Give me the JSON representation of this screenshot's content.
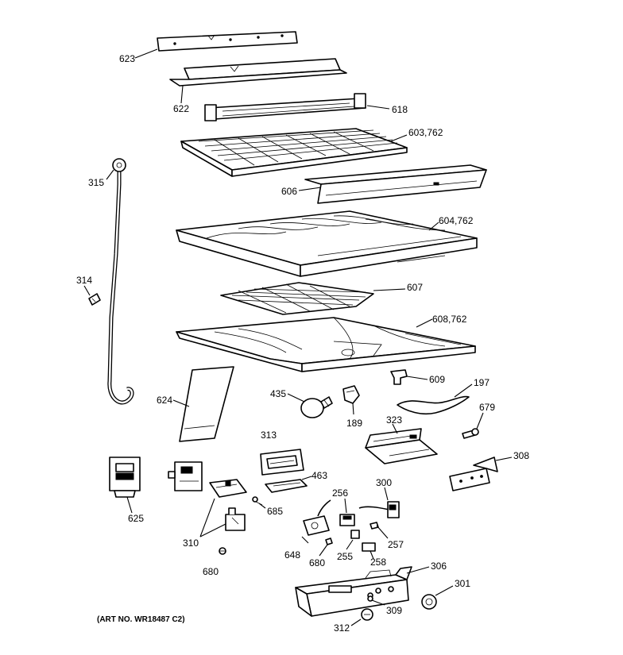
{
  "callouts": {
    "c623": "623",
    "c622": "622",
    "c618": "618",
    "c603": "603,762",
    "c606": "606",
    "c315": "315",
    "c604": "604,762",
    "c314": "314",
    "c607": "607",
    "c608": "608,762",
    "c609": "609",
    "c435": "435",
    "c189": "189",
    "c197": "197",
    "c624": "624",
    "c679": "679",
    "c313": "313",
    "c323": "323",
    "c308": "308",
    "c463": "463",
    "c256": "256",
    "c300": "300",
    "c625": "625",
    "c685": "685",
    "c257": "257",
    "c310": "310",
    "c648": "648",
    "c680a": "680",
    "c255": "255",
    "c258": "258",
    "c306": "306",
    "c680b": "680",
    "c301": "301",
    "c309": "309",
    "c312": "312"
  },
  "art_number": "(ART NO. WR18487 C2)"
}
